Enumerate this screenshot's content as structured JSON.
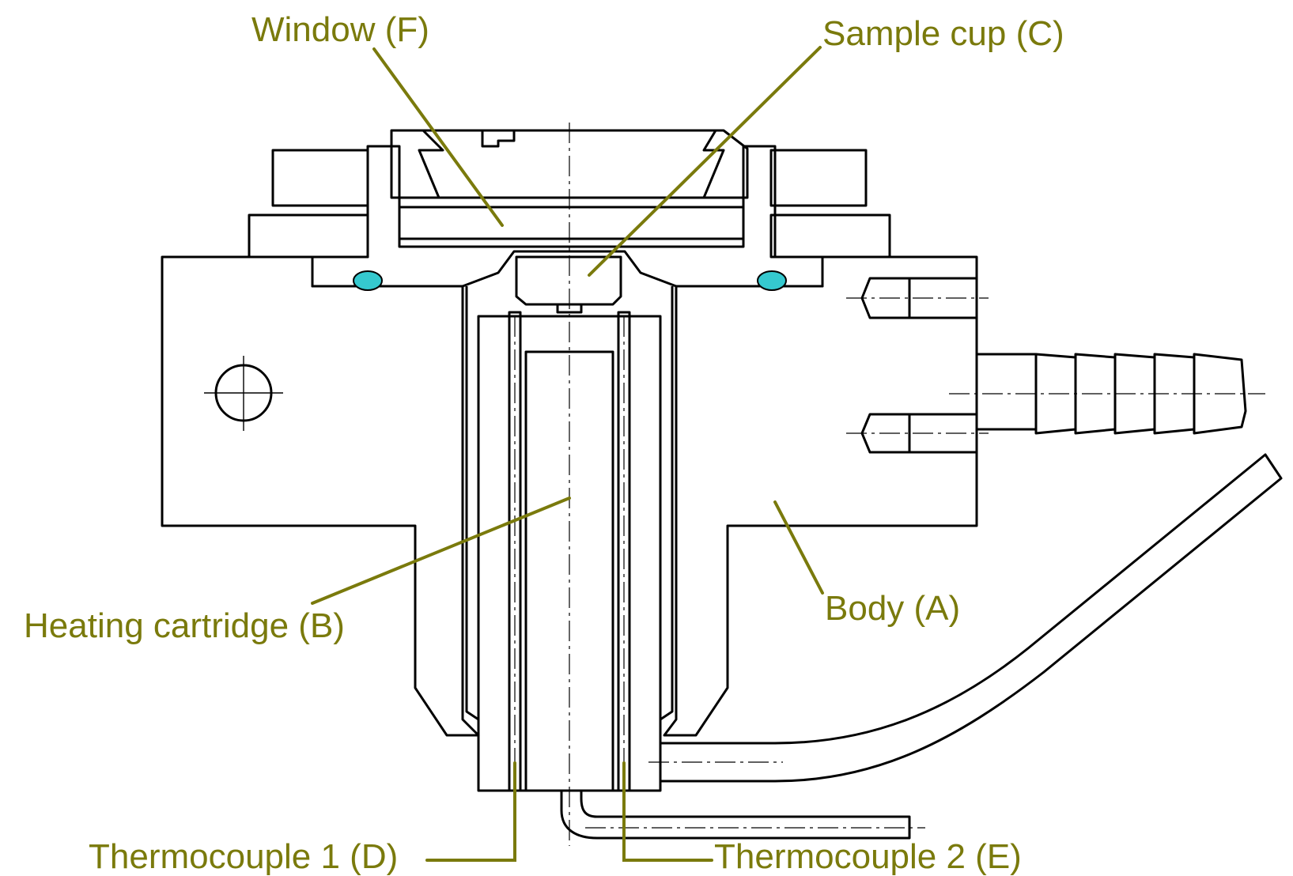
{
  "colors": {
    "label": "#7a7a0c",
    "oring": "#35c9cf",
    "line": "#000000",
    "background": "#ffffff"
  },
  "labels": {
    "window": "Window (F)",
    "sample_cup": "Sample cup (C)",
    "heating_cartridge": "Heating cartridge (B)",
    "body": "Body (A)",
    "thermocouple_1": "Thermocouple 1 (D)",
    "thermocouple_2": "Thermocouple 2 (E)"
  }
}
